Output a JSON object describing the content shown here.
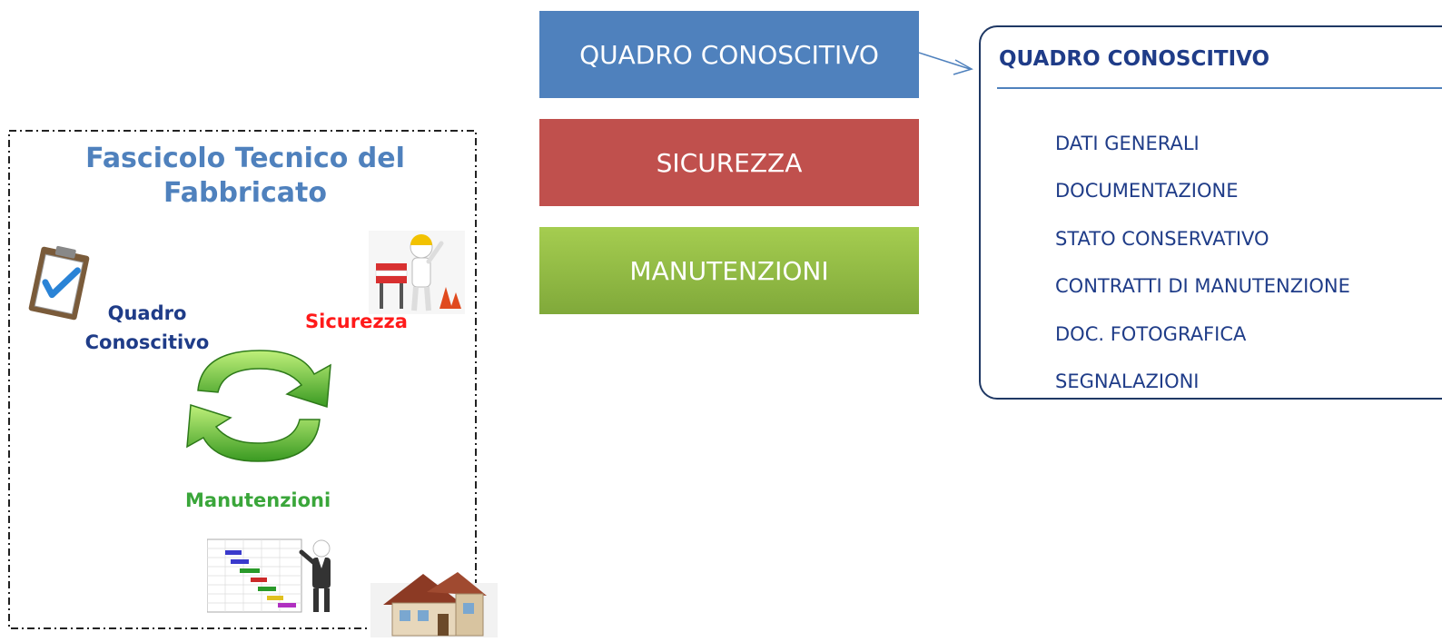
{
  "left_panel": {
    "title": "Fascicolo Tecnico del Fabbricato",
    "labels": {
      "quadro": "Quadro Conoscitivo",
      "sicurezza": "Sicurezza",
      "manutenzioni": "Manutenzioni"
    }
  },
  "nav_buttons": {
    "quadro": "QUADRO CONOSCITIVO",
    "sicurezza": "SICUREZZA",
    "manutenzioni": "MANUTENZIONI"
  },
  "right_panel": {
    "title": "QUADRO CONOSCITIVO",
    "items": [
      "DATI GENERALI",
      "DOCUMENTAZIONE",
      "STATO CONSERVATIVO",
      "CONTRATTI DI MANUTENZIONE",
      "DOC. FOTOGRAFICA",
      "SEGNALAZIONI"
    ]
  },
  "colors": {
    "blue": "#4f81bd",
    "red": "#c0504d",
    "green": "#9bbb59",
    "navy": "#1f3c88"
  }
}
